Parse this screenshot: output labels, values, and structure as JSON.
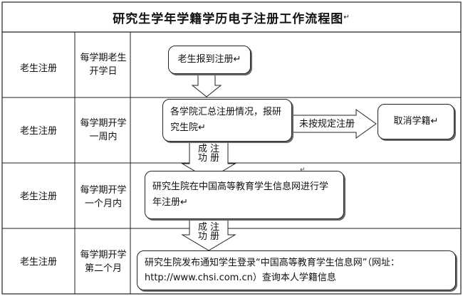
{
  "title": "研究生学年学籍学历电子注册工作流程图",
  "title_mark": "↵",
  "rows": [
    {
      "category": "老生注册",
      "timing": "每学期老生开学日"
    },
    {
      "category": "老生注册",
      "timing": "每学期开学一周内"
    },
    {
      "category": "老生注册",
      "timing": "每学期开学一个月内"
    },
    {
      "category": "老生注册",
      "timing": "每学期开学第二个月"
    }
  ],
  "nodes": {
    "report": "老生报到注册↵",
    "summarize": "各学院汇总注册情况，报研究生院↵",
    "cancel": "取消学籍↵",
    "register_online": "研究生院在中国高等教育学生信息网进行学年注册↵",
    "notify": "研究生院发布通知学生登录“中国高等教育学生信息网”（网址：http://www.chsi.com.cn）查询本人学籍信息"
  },
  "edges": {
    "not_registered": "未按规定注册",
    "success_1": "成 注\n功 册",
    "success_2": "成 注\n功 册"
  }
}
